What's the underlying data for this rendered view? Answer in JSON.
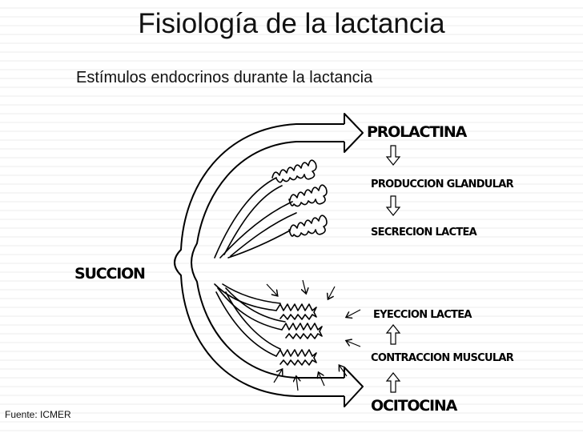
{
  "title": "Fisiología de la lactancia",
  "subtitle": "Estímulos endocrinos durante la lactancia",
  "source": "Fuente: ICMER",
  "labels": {
    "succion": "SUCCION",
    "prolactina": "PROLACTINA",
    "produccion_glandular": "PRODUCCION GLANDULAR",
    "secrecion_lactea": "SECRECION LACTEA",
    "eyeccion_lactea": "EYECCION LACTEA",
    "contraccion_muscular": "CONTRACCION MUSCULAR",
    "ocitocina": "OCITOCINA"
  },
  "icons": [
    "down-arrow-icon",
    "up-arrow-icon",
    "big-right-arrow-icon"
  ]
}
